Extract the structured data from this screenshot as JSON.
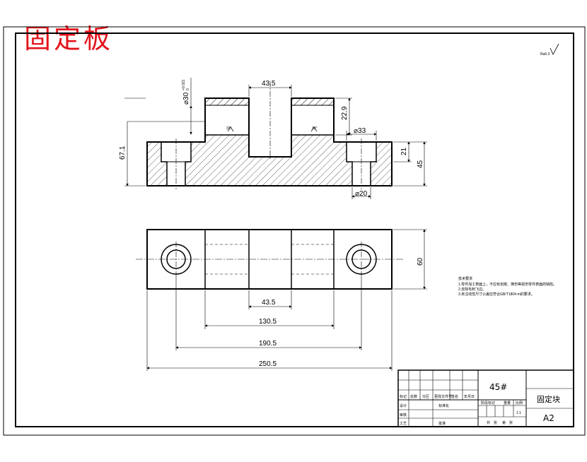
{
  "drawing": {
    "title": "固定板",
    "roughness": "Ra6.3",
    "dims": {
      "top_slot_width": "43.5",
      "bore_dia": "⌀30",
      "bore_tol": "+0.021",
      "bore_tol2": "0",
      "step_height": "22.9",
      "cbore_dia": "⌀33",
      "overall_height": "67.1",
      "cbore_depth": "21",
      "base_height": "45",
      "hole_dia": "⌀20",
      "plan_depth": "60",
      "plan_slot": "43.5",
      "span_1": "130.5",
      "span_2": "190.5",
      "span_3": "250.5",
      "chamfer_a": "33°",
      "chamfer_b": "33°"
    },
    "notes": [
      "技术要求",
      "1.零件加工表面上，不应有划痕、擦伤等损伤零件表面的缺陷。",
      "2.去除毛刺飞边。",
      "3.未注线性尺寸公差应符合GB/T1804-m的要求。"
    ]
  },
  "title_block": {
    "material": "45#",
    "part_name": "固定块",
    "sheet_size": "A2",
    "row_labels": [
      "标记",
      "处数",
      "分区",
      "更改文件号",
      "签名",
      "年月日"
    ],
    "left_labels": [
      "设计",
      "审核",
      "工艺"
    ],
    "std_label": "标准化",
    "approve_label": "批准",
    "stage_label": "阶段标记",
    "weight_label": "重量",
    "scale_label": "比例",
    "scale_value": "1:1",
    "bottom_labels": [
      "共",
      "张",
      "第",
      "张"
    ]
  }
}
